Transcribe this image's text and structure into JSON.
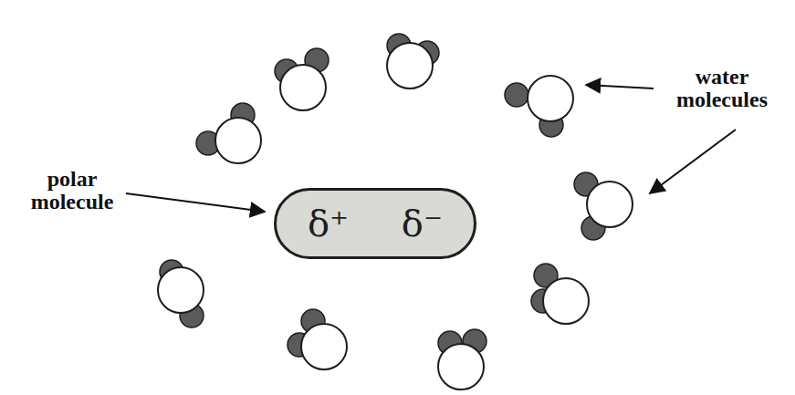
{
  "diagram": {
    "nodes": [
      {
        "text": [
          "δ⁺",
          "δ⁻"
        ]
      }
    ],
    "labels": [
      "polar molecule",
      "water molecules"
    ]
  }
}
